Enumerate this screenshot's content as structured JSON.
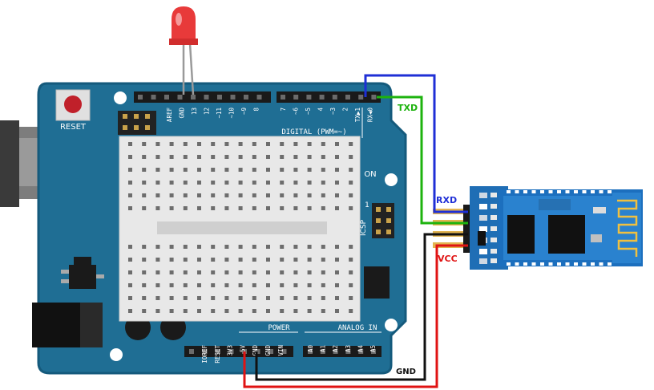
{
  "board": {
    "reset_label": "RESET",
    "digital_label": "DIGITAL (PWM=~)",
    "on_label": "ON",
    "icsp_label": "ICSP",
    "icsp_pin": "1",
    "power_label": "POWER",
    "analog_label": "ANALOG IN",
    "top_header_left": [
      "AREF",
      "GND",
      "13",
      "12",
      "~11",
      "~10",
      "~9",
      "8"
    ],
    "top_header_right": [
      "7",
      "~6",
      "~5",
      "4",
      "~3",
      "2",
      "TX▶1",
      "RX◀0"
    ],
    "power_header": [
      "IOREF",
      "RESET",
      "3V3",
      "5V",
      "GND",
      "GND",
      "VIN"
    ],
    "analog_header": [
      "A0",
      "A1",
      "A2",
      "A3",
      "A4",
      "A5"
    ]
  },
  "wires": {
    "txd_label": "TXD",
    "rxd_label": "RXD",
    "vcc_label": "VCC",
    "gnd_label": "GND",
    "colors": {
      "txd": "#1db30e",
      "rxd": "#1f2fd6",
      "vcc": "#e01313",
      "gnd": "#111111"
    }
  },
  "colors": {
    "board": "#1f6e94",
    "board_edge": "#155a7c",
    "breadboard": "#e8e8e8",
    "module": "#1f6eb5",
    "chip": "#111111",
    "led": "#e83a3a"
  }
}
